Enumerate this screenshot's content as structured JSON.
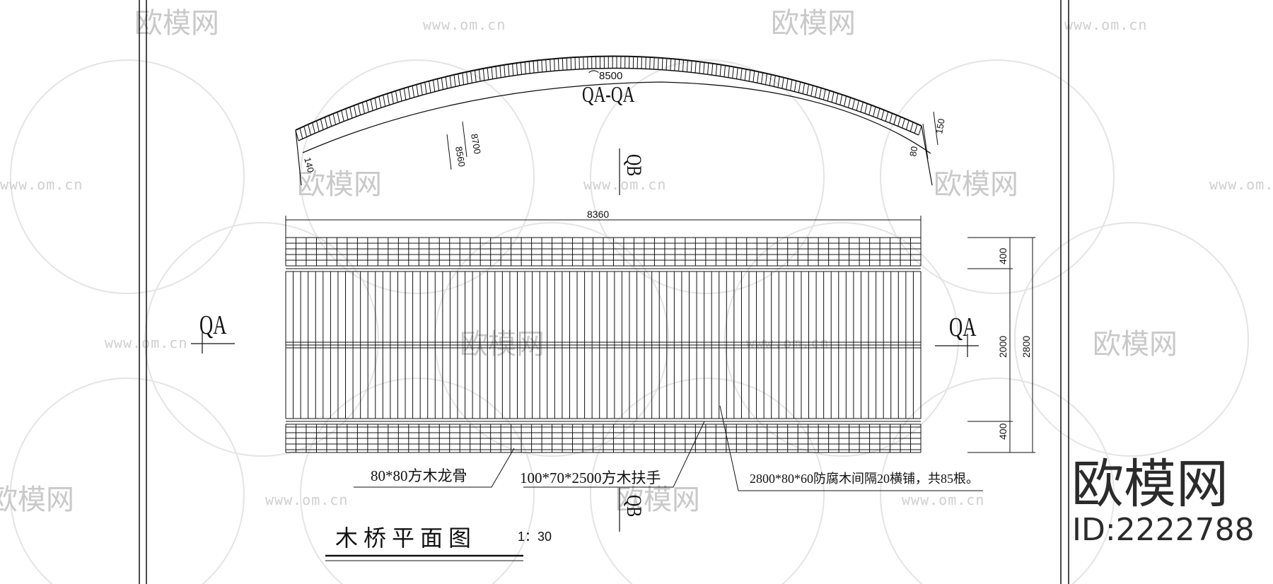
{
  "section_view": {
    "title": "QA-QA",
    "arc_length": "⌒8500",
    "dim_left": "140",
    "dim_right_a": "80",
    "dim_right_b": "150",
    "chord_outer": "8700",
    "chord_inner": "8560"
  },
  "plan_view": {
    "overall_length": "8360",
    "dims": {
      "edge_top": "400",
      "middle": "2000",
      "edge_bottom": "400",
      "total": "2800"
    },
    "section_marks": {
      "left": "QA",
      "right": "QA",
      "top": "QB",
      "bottom": "QB"
    },
    "callouts": {
      "joist": "80*80方木龙骨",
      "handrail": "100*70*2500方木扶手",
      "decking": "2800*80*60防腐木间隔20横铺，共85根。"
    },
    "title": "木 桥 平 面 图",
    "scale": "1：30"
  },
  "branding": {
    "logo_text": "欧模网",
    "id_label": "ID:2222788",
    "watermark_text": "欧模网",
    "watermark_url": "www.om.cn"
  },
  "colors": {
    "line": "#111111",
    "watermark": "#c9c9c9",
    "background": "#ffffff"
  }
}
